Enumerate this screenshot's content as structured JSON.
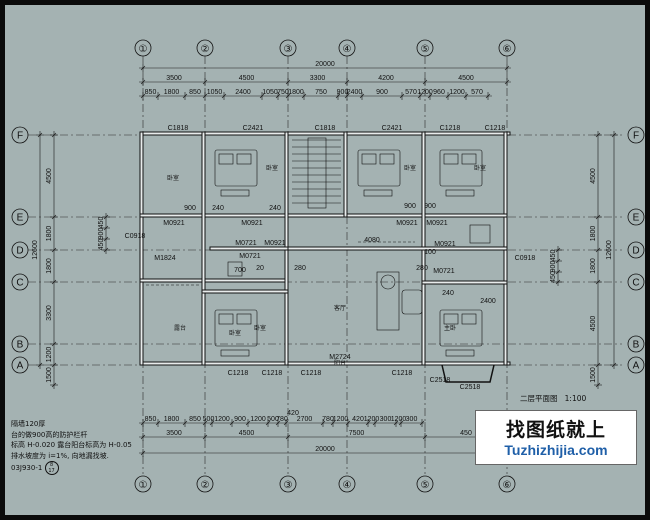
{
  "axes_top": [
    "①",
    "②",
    "③",
    "④",
    "⑤",
    "⑥"
  ],
  "axes_bottom": [
    "①",
    "②",
    "③",
    "④",
    "⑤",
    "⑥"
  ],
  "axes_left": [
    "F",
    "E",
    "D",
    "C",
    "B",
    "A"
  ],
  "axes_right": [
    "F",
    "E",
    "D",
    "C",
    "B",
    "A"
  ],
  "dims_top_total": "20000",
  "dims_top_major": [
    "3500",
    "4500",
    "3300",
    "4200",
    "4500"
  ],
  "dims_top_minor": [
    "850",
    "1800",
    "850",
    "1050",
    "2400",
    "1050",
    "750",
    "1800",
    "750",
    "900",
    "2400",
    "900",
    "570",
    "1200",
    "960",
    "1200",
    "570"
  ],
  "dims_bottom_minor": [
    "850",
    "1800",
    "850",
    "500",
    "1200",
    "900",
    "1200",
    "500",
    "780",
    "2700",
    "780",
    "1200",
    "420",
    "1200",
    "300",
    "1200",
    "300"
  ],
  "dims_bottom_extra": "420",
  "dims_bottom_major": [
    "3500",
    "4500",
    "7500",
    "450"
  ],
  "dims_bottom_total": "20000",
  "dims_left_total": "12600",
  "dims_left_major": [
    "4500",
    "1800",
    "1800",
    "3300",
    "1200",
    "1500"
  ],
  "dims_left_inner": [
    "450",
    "900",
    "450"
  ],
  "dims_right_total": "12600",
  "dims_right_major": [
    "4500",
    "1800",
    "1800",
    "4500",
    "1500"
  ],
  "dims_right_inner": [
    "450",
    "900",
    "450"
  ],
  "dim_4080": "4080",
  "dim_2400": "2400",
  "windows": [
    "C1818",
    "C2421",
    "C1818",
    "C2421",
    "C1218",
    "C1218",
    "C1218",
    "C1218",
    "C1218",
    "C1218",
    "C2518",
    "C2518",
    "C0918",
    "C0918",
    "M2724"
  ],
  "doors": [
    "M0921",
    "M0921",
    "M0921",
    "M0921",
    "M0721",
    "M0921",
    "M0921",
    "M1824",
    "M0721",
    "M0721"
  ],
  "rooms": [
    "卧室",
    "卧室",
    "卧室",
    "卧室",
    "卧室",
    "露台",
    "客厅",
    "阳台",
    "主卧",
    "卧室"
  ],
  "misc_labels": [
    "900",
    "900",
    "900",
    "240",
    "240",
    "240",
    "20",
    "280",
    "280",
    "700",
    "100"
  ],
  "plan_title": "二层平面图",
  "plan_scale": "1:100",
  "notes": [
    "隔墙120厚",
    "台的做900高的防护栏杆",
    "标高 H-0.020 露台阳台标高为 H-0.05",
    "排水坡度为  i=1%, 向地漏找坡.",
    "03J930-1"
  ],
  "notes_ref_top": "8",
  "notes_ref_bottom": "17",
  "watermark_cn": "找图纸就上",
  "watermark_url": "Tuzhizhijia.com"
}
